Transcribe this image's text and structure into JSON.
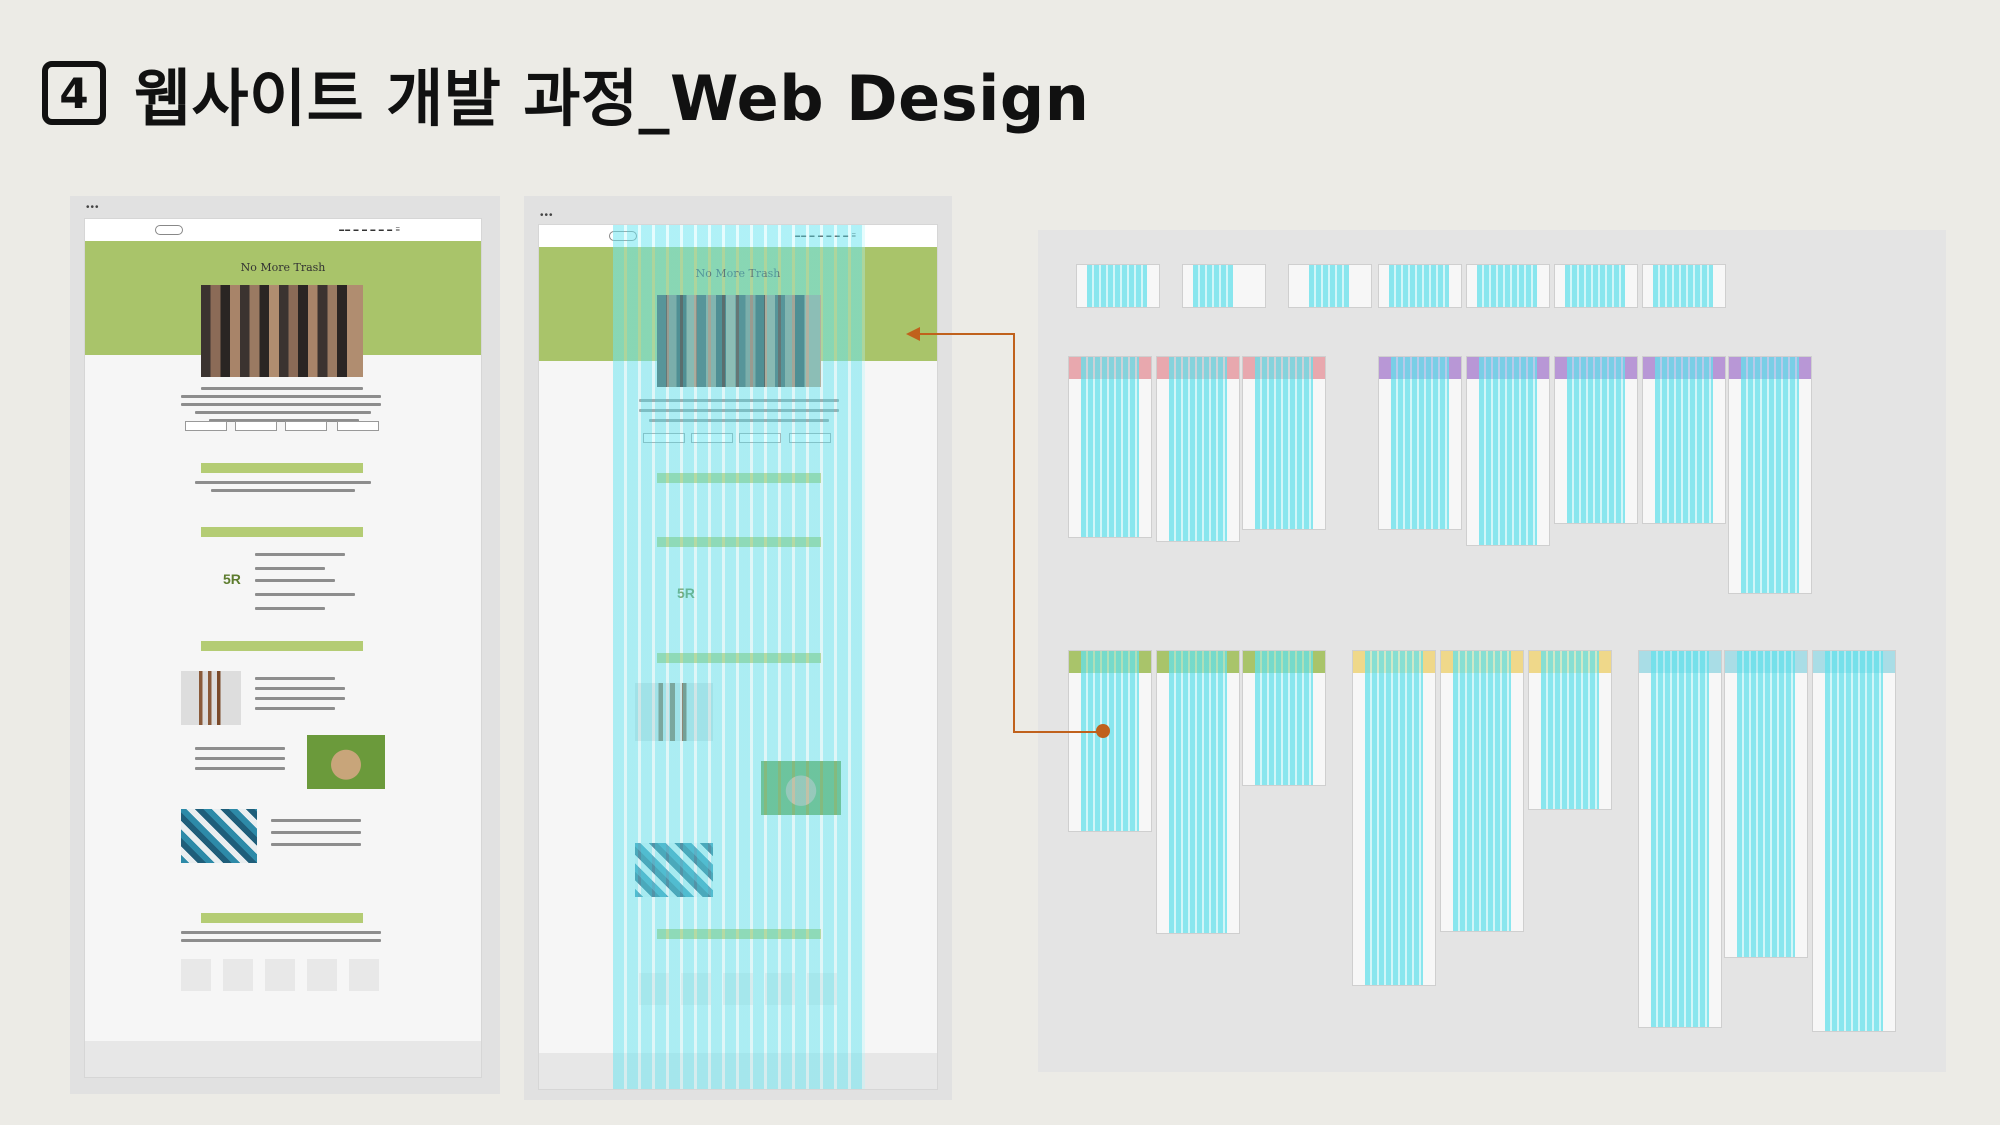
{
  "header": {
    "number": "4",
    "title": "웹사이트 개발 과정_Web Design"
  },
  "artboard_dots": "•••",
  "design_page": {
    "hero_title": "No More Trash"
  },
  "grid_page": {
    "hero_title": "No More Trash"
  },
  "colors": {
    "background": "#ecebe6",
    "hero_green": "#a9c46a",
    "section_bar_green": "#b4cc74",
    "grid_cyan": "#6ee6f0",
    "arrow": "#c0611c",
    "band_pink": "#e8a8ae",
    "band_purple": "#b897d6",
    "band_green": "#a9c46a",
    "band_yellow": "#efd88a",
    "band_lightblue": "#a9dde6"
  }
}
